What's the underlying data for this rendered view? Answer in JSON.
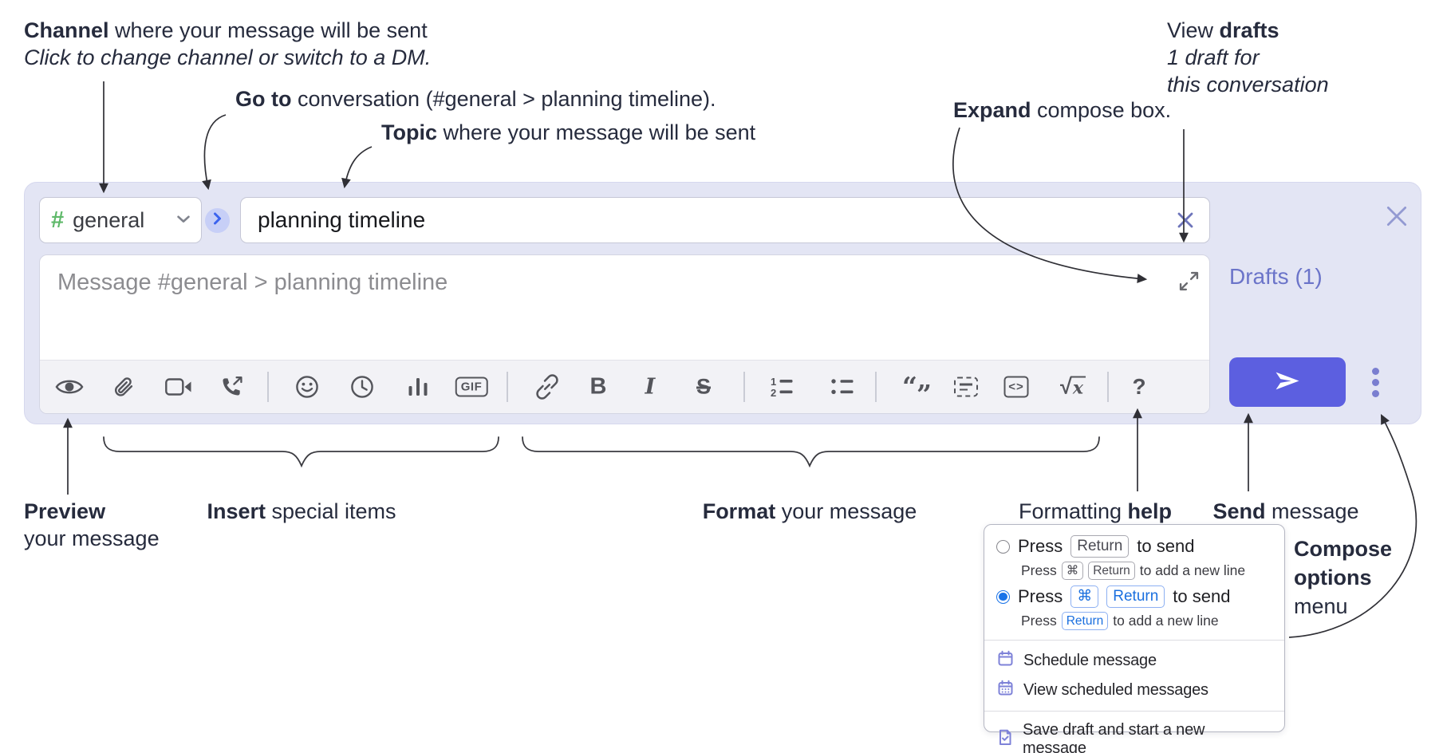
{
  "annotations": {
    "channel": {
      "bold": "Channel",
      "rest": " where your message will be sent",
      "line2": "Click to change channel or switch to a DM."
    },
    "goto": {
      "bold": "Go to",
      "rest": " conversation (#general > planning timeline)."
    },
    "topic": {
      "bold": "Topic",
      "rest": " where your message will be sent"
    },
    "expand": {
      "bold": "Expand",
      "rest": " compose box."
    },
    "view_drafts": {
      "pre": "View ",
      "bold": "drafts",
      "line2": "1 draft for",
      "line3": "this conversation"
    },
    "preview": {
      "bold": "Preview",
      "line2": "your message"
    },
    "insert": {
      "bold": "Insert",
      "rest": " special items"
    },
    "format": {
      "bold": "Format",
      "rest": " your message"
    },
    "formatting_help": {
      "pre": "Formatting ",
      "bold": "help"
    },
    "send": {
      "bold": "Send",
      "rest": " message"
    },
    "compose_options": {
      "line1": "Compose",
      "line2": "options",
      "line3": "menu"
    }
  },
  "compose_box": {
    "channel_hash": "#",
    "channel_name": "general",
    "topic_value": "planning timeline",
    "message_placeholder": "Message #general > planning timeline",
    "drafts_link": "Drafts (1)",
    "toolbar": {
      "gif": "GIF",
      "bold": "B",
      "italic": "I",
      "strike": "S",
      "quote_open": "“",
      "quote_close": "”",
      "code": "<>",
      "sqrt_sign": "√",
      "sqrt_var": "x",
      "help": "?"
    }
  },
  "menu": {
    "options": [
      {
        "press": "Press",
        "keys": [
          "Return"
        ],
        "suffix": "to send",
        "sub_press": "Press",
        "sub_keys": [
          "⌘",
          "Return"
        ],
        "sub_suffix": "to add a new line",
        "selected": false
      },
      {
        "press": "Press",
        "keys": [
          "⌘",
          "Return"
        ],
        "suffix": "to send",
        "sub_press": "Press",
        "sub_keys": [
          "Return"
        ],
        "sub_suffix": "to add a new line",
        "selected": true
      }
    ],
    "items": [
      {
        "label": "Schedule message"
      },
      {
        "label": "View scheduled messages"
      },
      {
        "label": "Save draft and start a new message"
      }
    ]
  },
  "colors": {
    "compose_bg": "#e3e5f4",
    "send_button": "#5c5fe0",
    "drafts_link": "#6b74c9",
    "hash_green": "#5fb96a",
    "go_chevron_blue": "#3b63ee",
    "radio_blue": "#1a73e8",
    "menu_icon_purple": "#7e82d8",
    "annotation_text": "#262b3d",
    "toolbar_icon": "#54555b"
  }
}
